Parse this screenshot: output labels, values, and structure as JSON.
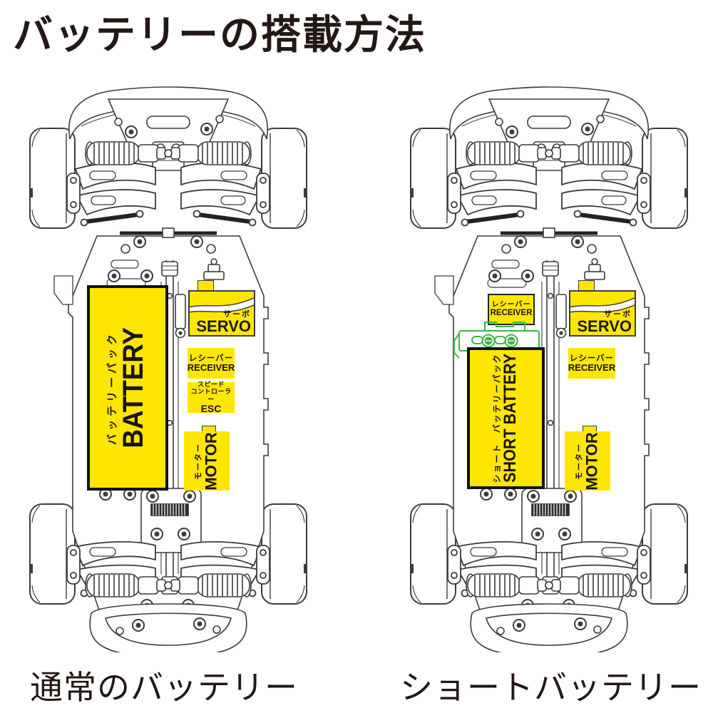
{
  "title": "バッテリーの搭載方法",
  "colors": {
    "label_yellow": "#FFE600",
    "highlight_green": "#3CB54A",
    "line_art": "#3C3C3C",
    "text": "#231815"
  },
  "left_diagram": {
    "caption": "通常のバッテリー",
    "battery": {
      "jp": "バッテリーパック",
      "en": "BATTERY"
    },
    "servo": {
      "jp": "サーボ",
      "en": "SERVO"
    },
    "receiver": {
      "jp": "レシーバー",
      "en": "RECEIVER"
    },
    "esc": {
      "jp_line1": "スピード",
      "jp_line2": "コントローラー",
      "en": "ESC"
    },
    "motor": {
      "jp": "モーター",
      "en": "MOTOR"
    }
  },
  "right_diagram": {
    "caption": "ショートバッテリー",
    "receiver_front": {
      "jp": "レシーバー",
      "en": "RECEIVER"
    },
    "battery": {
      "jp": "ショート　バッテリーパック",
      "en": "SHORT BATTERY"
    },
    "servo": {
      "jp": "サーボ",
      "en": "SERVO"
    },
    "receiver": {
      "jp": "レシーバー",
      "en": "RECEIVER"
    },
    "motor": {
      "jp": "モーター",
      "en": "MOTOR"
    }
  }
}
